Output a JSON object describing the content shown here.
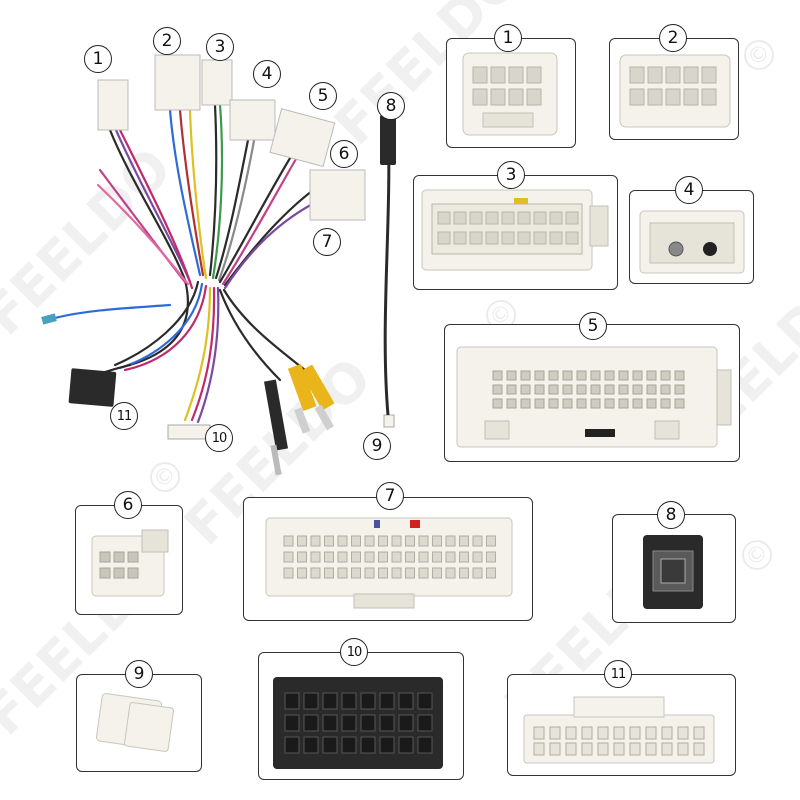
{
  "watermark": {
    "brand": "FEELDO",
    "mark": "©"
  },
  "connectors": [
    {
      "id": "1",
      "label": "1"
    },
    {
      "id": "2",
      "label": "2"
    },
    {
      "id": "3",
      "label": "3"
    },
    {
      "id": "4",
      "label": "4"
    },
    {
      "id": "5",
      "label": "5"
    },
    {
      "id": "6",
      "label": "6"
    },
    {
      "id": "7",
      "label": "7"
    },
    {
      "id": "8",
      "label": "8"
    },
    {
      "id": "9",
      "label": "9"
    },
    {
      "id": "10",
      "label": "10"
    },
    {
      "id": "11",
      "label": "11"
    }
  ],
  "colors": {
    "housing_white": "#f4f2ea",
    "housing_black": "#2a2a2a",
    "rca_yellow": "#e9b51a",
    "border": "#333333"
  }
}
